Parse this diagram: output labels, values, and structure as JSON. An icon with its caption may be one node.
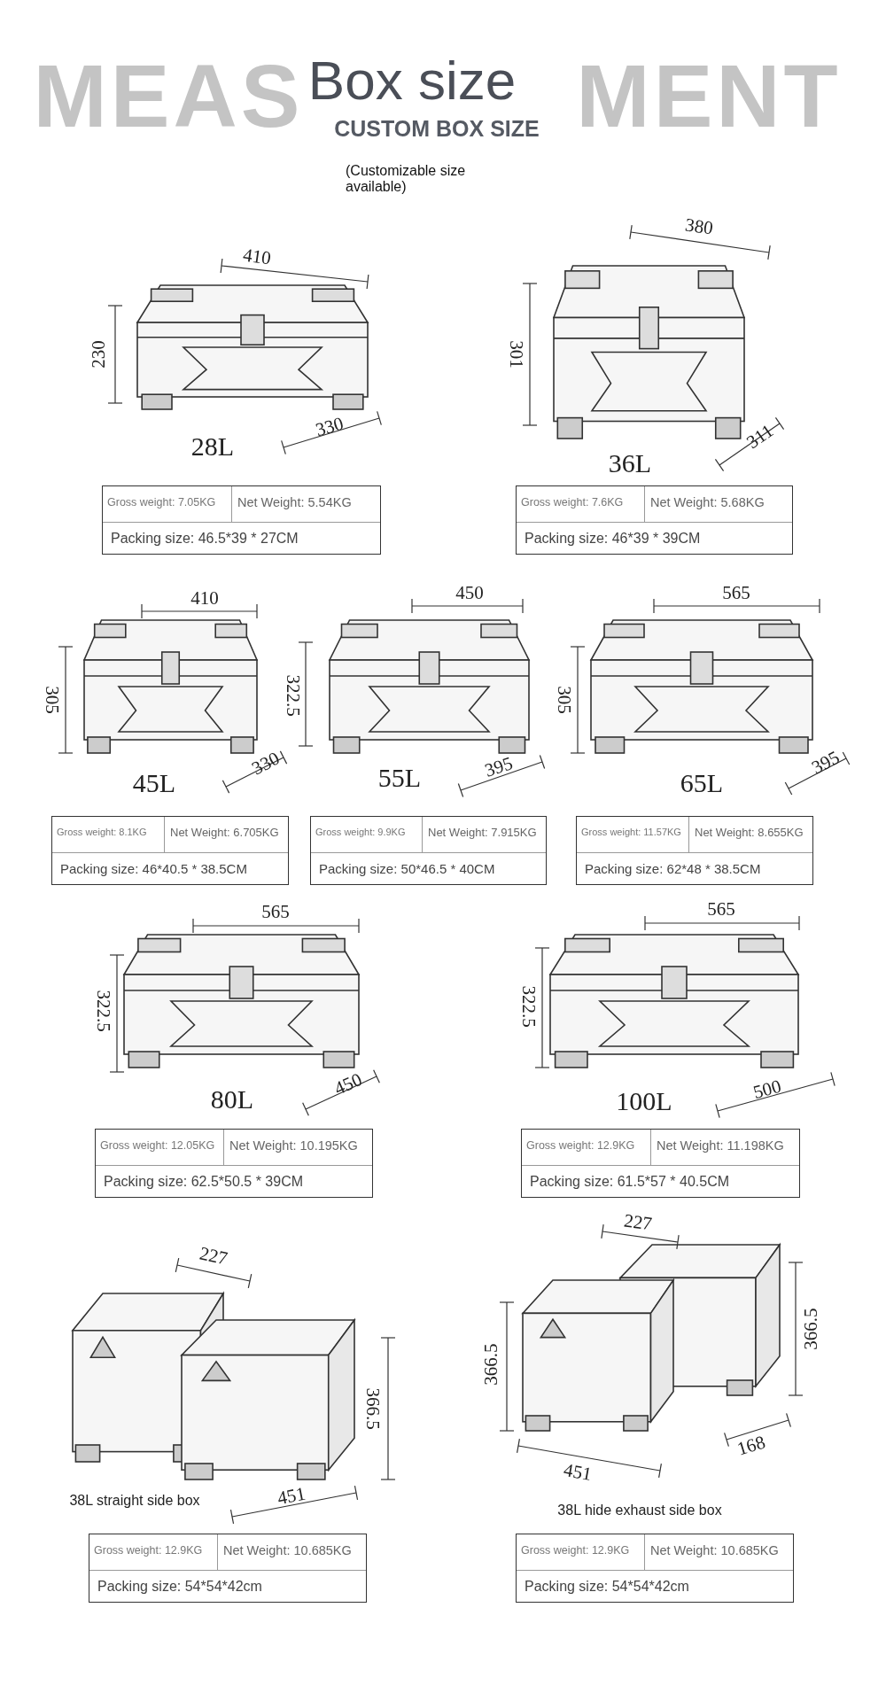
{
  "diagram": {
    "title": "Box size",
    "labels": [
      "MEAS",
      "MENT",
      "CUSTOM BOX SIZE",
      "(Customizable size available)",
      "410",
      "230",
      "330",
      "28L",
      "Gross weight: 7.05KG",
      "Net Weight: 5.54KG",
      "Packing size: 46.5*39 * 27CM",
      "380",
      "301",
      "311",
      "36L",
      "Gross weight: 7.6KG",
      "Net Weight: 5.68KG",
      "Packing size: 46*39 * 39CM",
      "410",
      "305",
      "330",
      "45L",
      "Gross weight: 8.1KG",
      "Net Weight: 6.705KG",
      "Packing size: 46*40.5 * 38.5CM",
      "450",
      "322.5",
      "395",
      "55L",
      "Gross weight: 9.9KG",
      "Net Weight: 7.915KG",
      "Packing size: 50*46.5 * 40CM",
      "565",
      "305",
      "395",
      "65L",
      "Gross weight: 11.57KG",
      "Net Weight: 8.655KG",
      "Packing size: 62*48 * 38.5CM",
      "565",
      "322.5",
      "450",
      "80L",
      "Gross weight: 12.05KG",
      "Net Weight: 10.195KG",
      "Packing size: 62.5*50.5 * 39CM",
      "565",
      "322.5",
      "500",
      "100L",
      "Gross weight: 12.9KG",
      "Net Weight: 11.198KG",
      "Packing size: 61.5*57 * 40.5CM",
      "227",
      "366.5",
      "38L straight side box",
      "451",
      "Gross weight: 12.9KG",
      "Net Weight: 10.685KG",
      "Packing size: 54*54*42cm",
      "227",
      "366.5",
      "366.5",
      "451",
      "168",
      "38L hide exhaust side box",
      "Gross weight: 12.9KG",
      "Net Weight: 10.685KG",
      "Packing size: 54*54*42cm"
    ]
  }
}
